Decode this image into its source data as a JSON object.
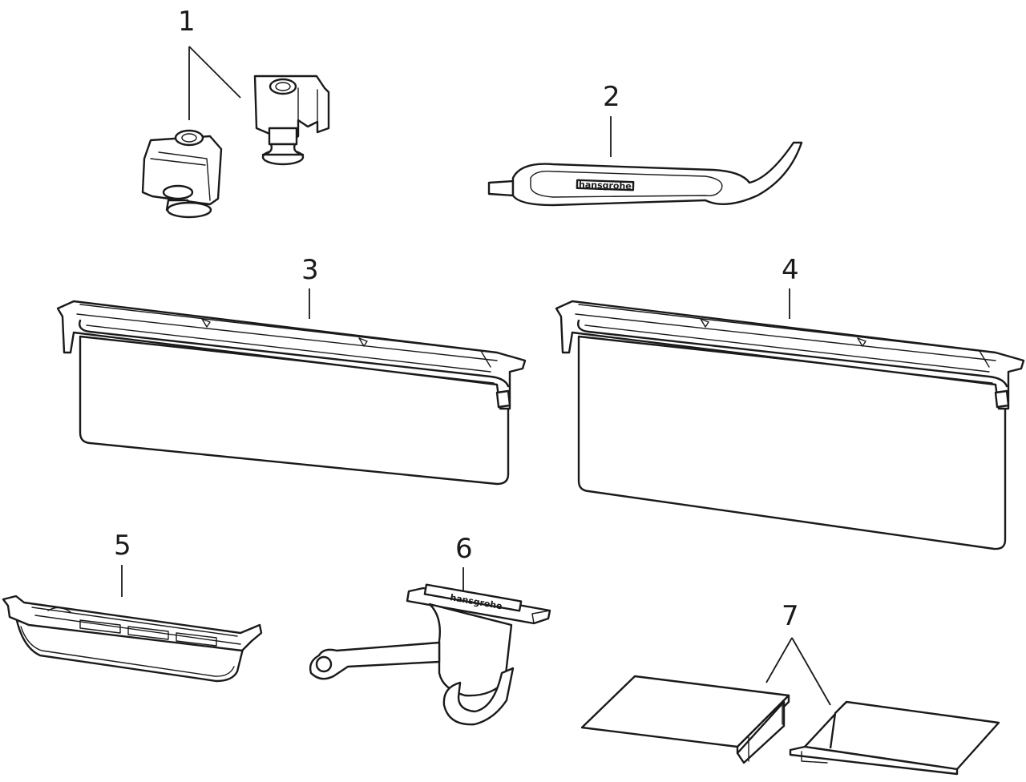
{
  "parts": [
    {
      "number": "1"
    },
    {
      "number": "2"
    },
    {
      "number": "3"
    },
    {
      "number": "4"
    },
    {
      "number": "5"
    },
    {
      "number": "6"
    },
    {
      "number": "7"
    }
  ],
  "logo_text": "hansgrohe",
  "colors": {
    "line": "#1a1a1a",
    "background": "#ffffff"
  }
}
